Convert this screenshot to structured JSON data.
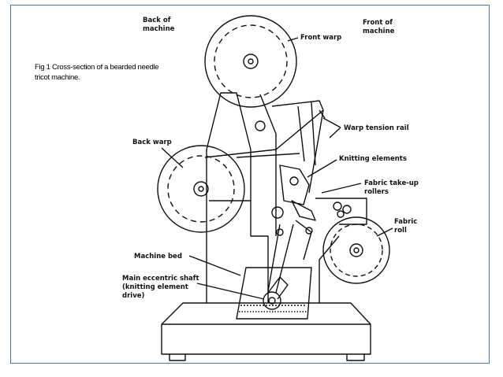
{
  "caption": {
    "line1": "Fig 1 Cross-section of a bearded needle",
    "line2": "tricot machine."
  },
  "labels": {
    "back_of_machine": [
      "Back of",
      "machine"
    ],
    "front_of_machine": [
      "Front of",
      "machine"
    ],
    "front_warp": "Front warp",
    "warp_tension_rail": "Warp tension rail",
    "back_warp": "Back warp",
    "knitting_elements": "Knitting elements",
    "fabric_take_up_rollers": [
      "Fabric take-up",
      "rollers"
    ],
    "fabric_roll": [
      "Fabric",
      "roll"
    ],
    "machine_bed": "Machine bed",
    "main_eccentric_shaft": [
      "Main eccentric shaft",
      "(knitting element",
      "drive)"
    ]
  },
  "colors": {
    "frame_border": "#4a74b0",
    "ink": "#111111"
  }
}
